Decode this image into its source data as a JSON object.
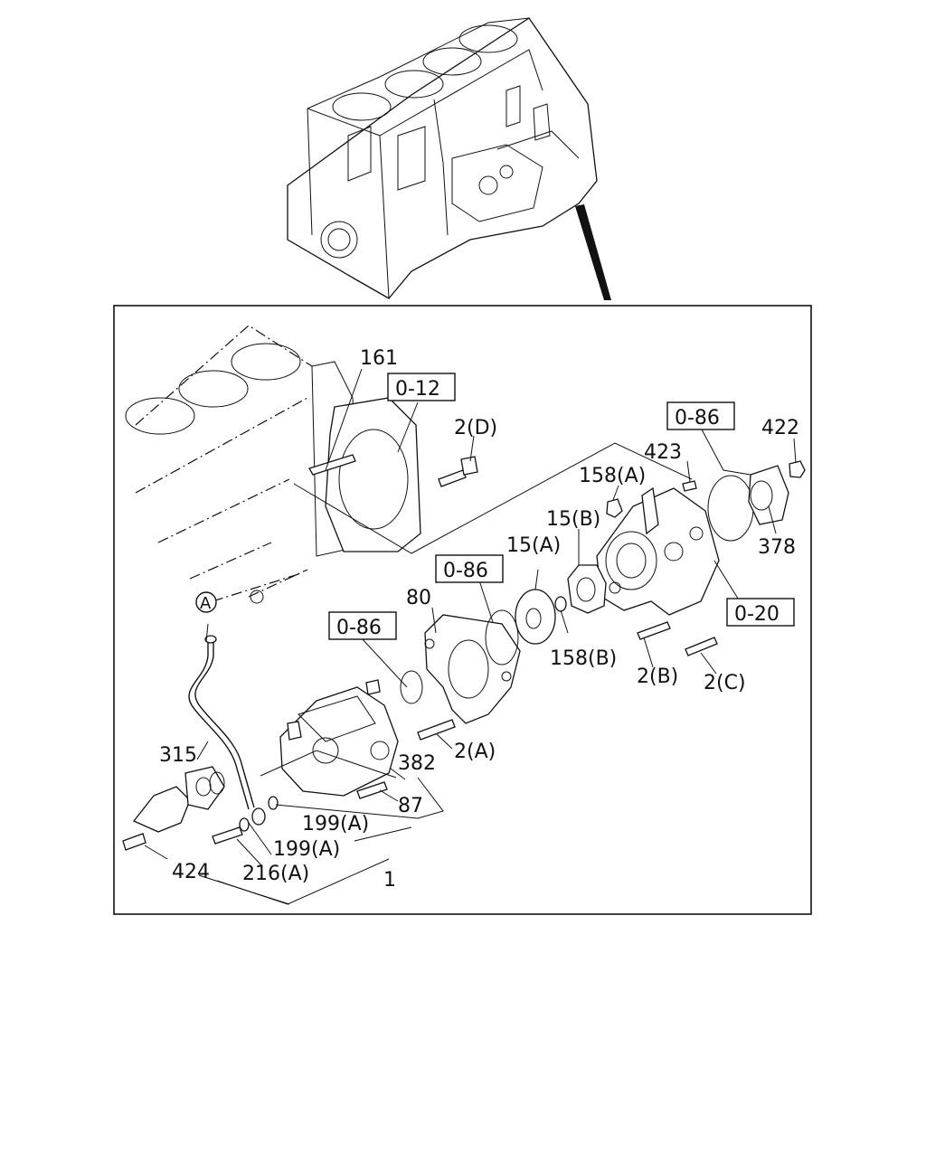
{
  "labels": {
    "l161": "161",
    "l012": "0-12",
    "l2d": "2(D)",
    "l086a": "0-86",
    "l422": "422",
    "l423": "423",
    "l158a": "158(A)",
    "l15b": "15(B)",
    "l15a": "15(A)",
    "l086b": "0-86",
    "l80": "80",
    "l086c": "0-86",
    "l378": "378",
    "l020": "0-20",
    "l158b": "158(B)",
    "l2b": "2(B)",
    "l2c": "2(C)",
    "l2a": "2(A)",
    "lA": "A",
    "l315": "315",
    "l382": "382",
    "l87": "87",
    "l199a1": "199(A)",
    "l199a2": "199(A)",
    "l216a": "216(A)",
    "l424": "424",
    "l1": "1"
  }
}
